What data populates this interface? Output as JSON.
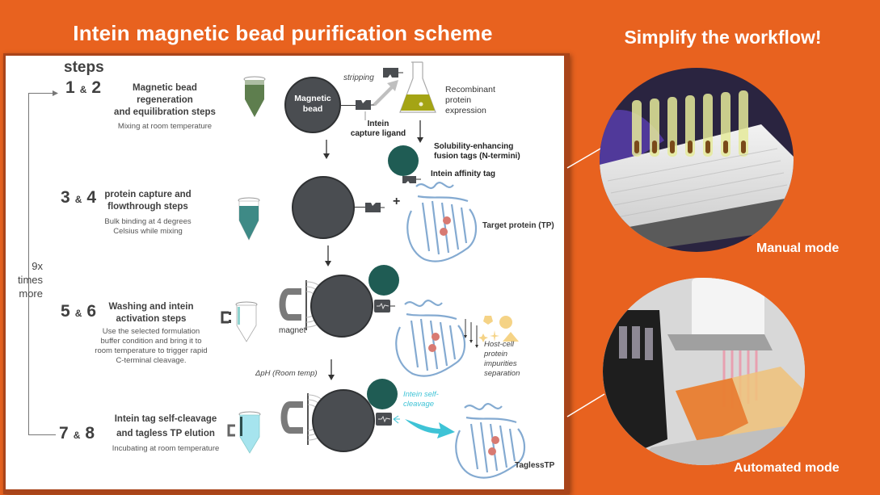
{
  "titles": {
    "scheme": "Intein magnetic bead purification scheme",
    "workflow": "Simplify the workflow!"
  },
  "diagram": {
    "steps_heading": "steps",
    "loop_label": [
      "9x",
      "times",
      "more"
    ],
    "steps": [
      {
        "num_a": "1",
        "amp": "&",
        "num_b": "2",
        "title": [
          "Magnetic bead regeneration",
          "and equilibration steps"
        ],
        "subtitle": [
          "Mixing at room temperature"
        ],
        "tube_color": "#5e7e4e"
      },
      {
        "num_a": "3",
        "amp": "&",
        "num_b": "4",
        "title": [
          "protein capture and",
          "flowthrough  steps"
        ],
        "subtitle": [
          "Bulk binding at 4 degrees",
          "Celsius while mixing"
        ],
        "tube_color": "#3e8a86"
      },
      {
        "num_a": "5",
        "amp": "&",
        "num_b": "6",
        "title": [
          "Washing and intein",
          "activation steps"
        ],
        "subtitle": [
          "Use the selected formulation",
          "buffer condition and bring it to",
          "room temperature to trigger rapid",
          "C-terminal cleavage."
        ],
        "tube_color": "#8fd3cf"
      },
      {
        "num_a": "7",
        "amp": "&",
        "num_b": "8",
        "title": [
          "Intein tag self-cleavage",
          "and tagless TP elution"
        ],
        "subtitle": [
          "Incubating at room temperature"
        ],
        "tube_color": "#a6e4ee"
      }
    ],
    "labels": {
      "magnetic_bead": [
        "Magnetic",
        "bead"
      ],
      "stripping": "stripping",
      "intein_capture_ligand": [
        "Intein",
        "capture ligand"
      ],
      "recombinant_expression": [
        "Recombinant",
        "protein",
        "expression"
      ],
      "solubility_tags": [
        "Solubility-enhancing",
        "fusion tags (N-termini)"
      ],
      "intein_affinity_tag": "Intein affinity tag",
      "target_protein": "Target protein (TP)",
      "plus": "+",
      "magnet": "magnet",
      "delta_ph": "ΔpH (Room  temp)",
      "host_cell": [
        "Host-cell",
        "protein",
        "impurities",
        "separation"
      ],
      "self_cleavage": [
        "Intein self-",
        "cleavage"
      ],
      "tagless_tp": "TaglessTP"
    },
    "colors": {
      "bead": "#4a4d51",
      "fusion_tag": "#1f5c54",
      "protein": "#6f9cc9",
      "cleavage_arrow": "#3ec3d6",
      "impurities": "#f5cf7a",
      "flask_liquid": "#a4a414",
      "accent_orange": "#e8621f"
    }
  },
  "modes": {
    "manual": "Manual mode",
    "automated": "Automated mode"
  }
}
